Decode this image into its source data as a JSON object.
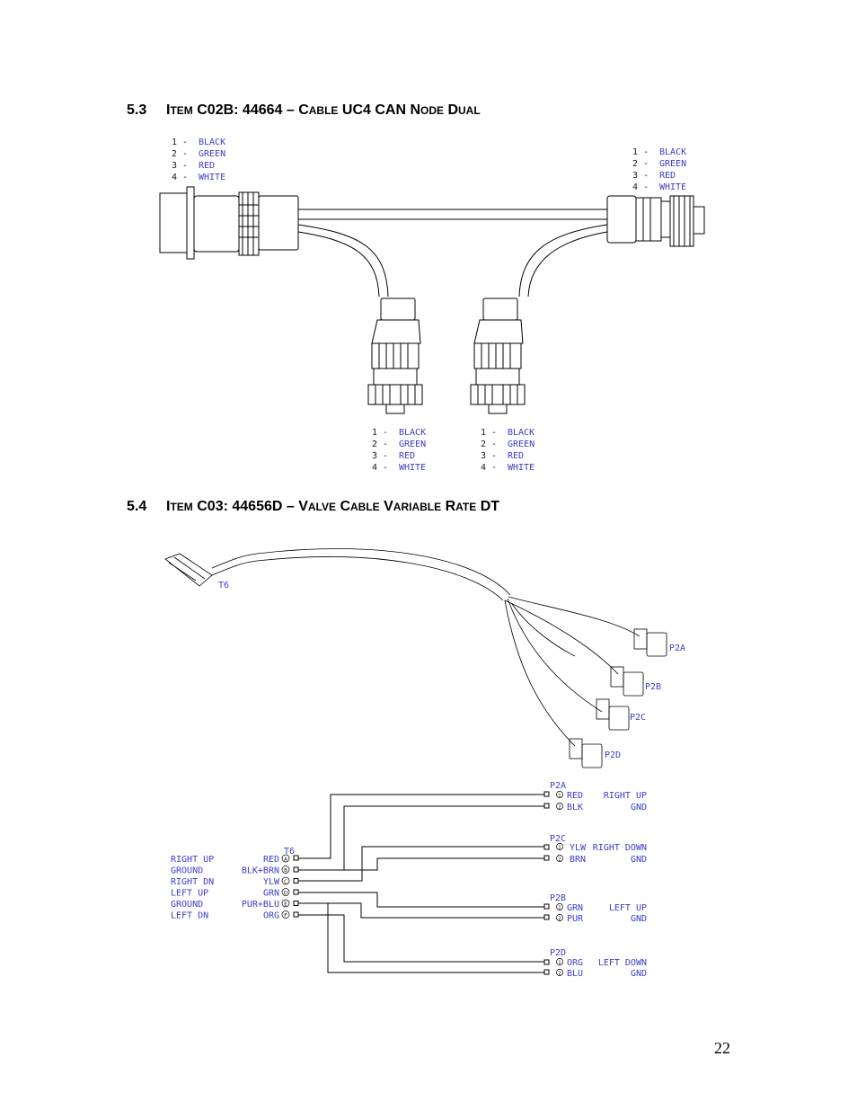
{
  "section_53": {
    "number": "5.3",
    "title_parts": [
      "I",
      "TEM",
      " C02B:  44664 – C",
      "ABLE",
      " UC4 CAN N",
      "ODE",
      " D",
      "UAL"
    ]
  },
  "section_54": {
    "number": "5.4",
    "title_parts": [
      "I",
      "TEM",
      " C03: 44656D – V",
      "ALVE",
      " C",
      "ABLE",
      " V",
      "ARIABLE",
      " R",
      "ATE",
      " DT"
    ]
  },
  "pin_legend": {
    "numbers": [
      "1  -",
      "2  -",
      "3  -",
      "4  -"
    ],
    "colors": [
      "BLACK",
      "GREEN",
      "RED",
      "WHITE"
    ]
  },
  "harness_labels": {
    "main": "T6",
    "p2a": "P2A",
    "p2b": "P2B",
    "p2c": "P2C",
    "p2d": "P2D"
  },
  "wiring": {
    "t6_title": "T6",
    "t6_pins": [
      {
        "function": "RIGHT UP",
        "wire": "RED",
        "pin": "A"
      },
      {
        "function": "GROUND",
        "wire": "BLK+BRN",
        "pin": "B"
      },
      {
        "function": "RIGHT DN",
        "wire": "YLW",
        "pin": "C"
      },
      {
        "function": "LEFT UP",
        "wire": "GRN",
        "pin": "D"
      },
      {
        "function": "GROUND",
        "wire": "PUR+BLU",
        "pin": "E"
      },
      {
        "function": "LEFT DN",
        "wire": "ORG",
        "pin": "F"
      }
    ],
    "connectors": [
      {
        "name": "P2A",
        "pins": [
          {
            "pin": "1",
            "wire": "RED",
            "function": "RIGHT UP"
          },
          {
            "pin": "2",
            "wire": "BLK",
            "function": "GND"
          }
        ]
      },
      {
        "name": "P2C",
        "pins": [
          {
            "pin": "1",
            "wire": "YLW",
            "function": "RIGHT DOWN"
          },
          {
            "pin": "2",
            "wire": "BRN",
            "function": "GND"
          }
        ]
      },
      {
        "name": "P2B",
        "pins": [
          {
            "pin": "1",
            "wire": "GRN",
            "function": "LEFT UP"
          },
          {
            "pin": "2",
            "wire": "PUR",
            "function": "GND"
          }
        ]
      },
      {
        "name": "P2D",
        "pins": [
          {
            "pin": "1",
            "wire": "ORG",
            "function": "LEFT DOWN"
          },
          {
            "pin": "2",
            "wire": "BLU",
            "function": "GND"
          }
        ]
      }
    ]
  },
  "page_number": "22",
  "colors": {
    "label_blue": "#3c3cc8",
    "line": "#000000"
  }
}
